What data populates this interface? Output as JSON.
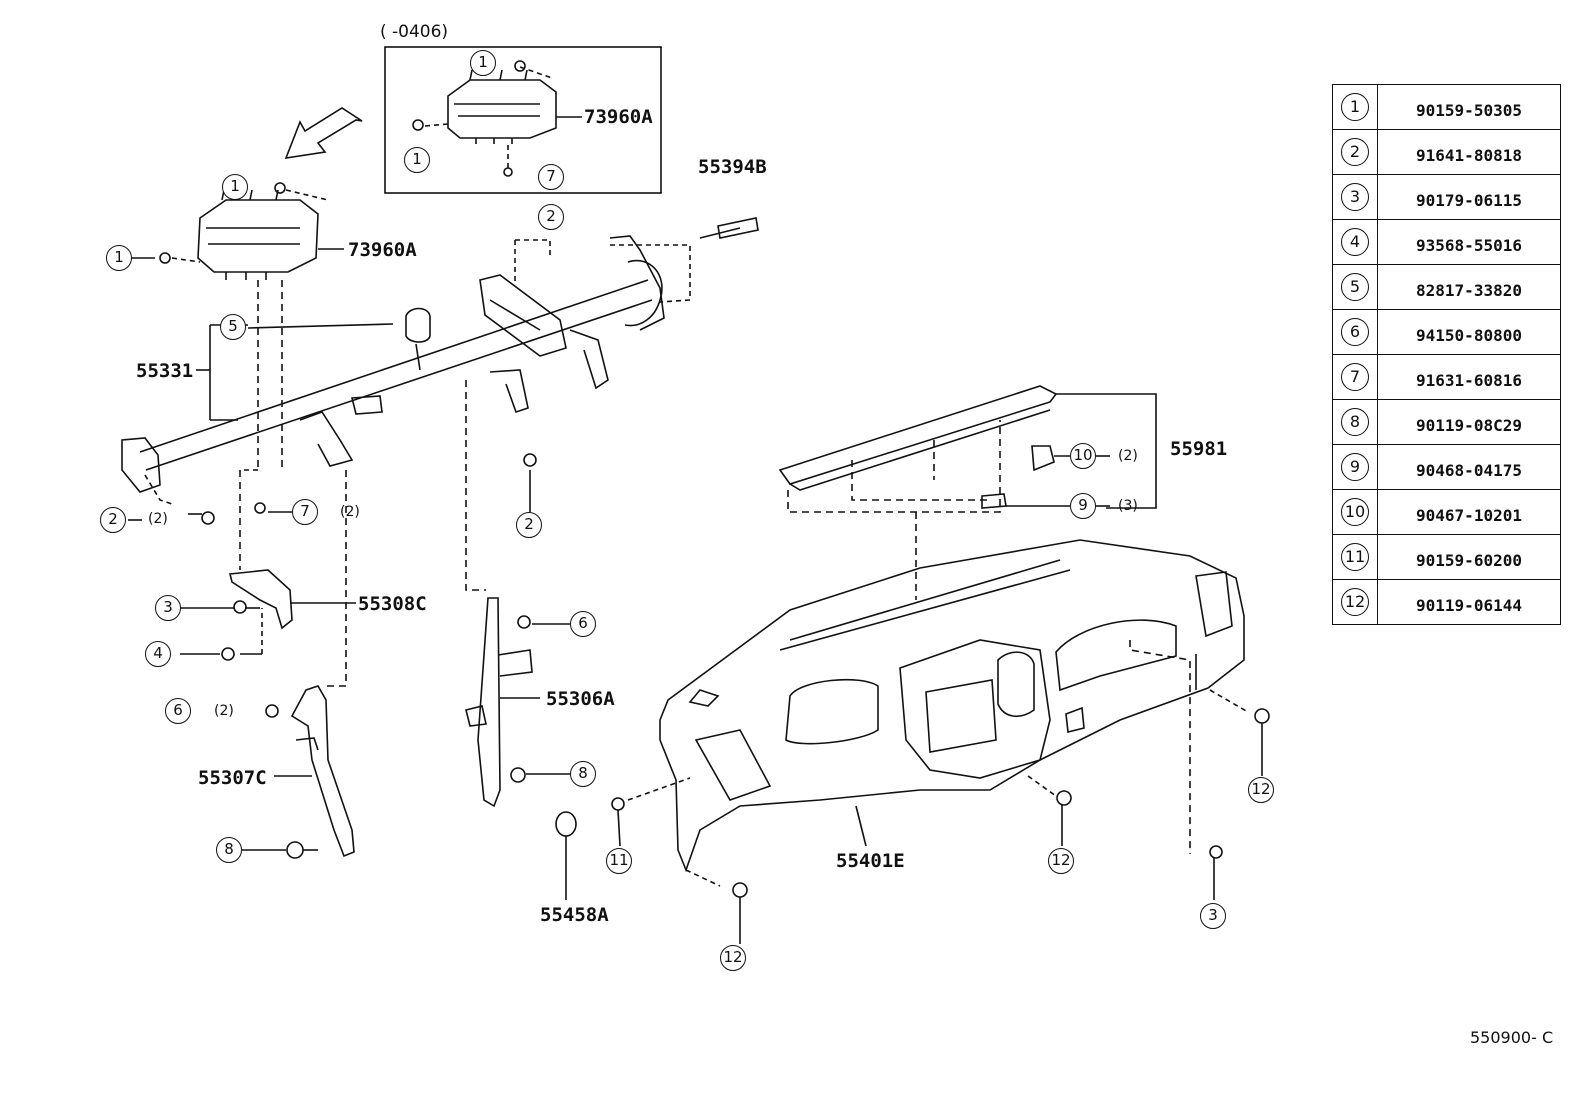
{
  "inset": {
    "date_note": "(        -0406)"
  },
  "part_labels": {
    "p73960a_inset": "73960A",
    "p73960a_main": "73960A",
    "p55394b": "55394B",
    "p55331": "55331",
    "p55308c": "55308C",
    "p55306a": "55306A",
    "p55307c": "55307C",
    "p55981": "55981",
    "p55401e": "55401E",
    "p55458a": "55458A"
  },
  "callouts": {
    "c1": "1",
    "c2": "2",
    "c3": "3",
    "c4": "4",
    "c5": "5",
    "c6": "6",
    "c7": "7",
    "c8": "8",
    "c9": "9",
    "c10": "10",
    "c11": "11",
    "c12": "12"
  },
  "quantities": {
    "q2": "(2)",
    "q3": "(3)"
  },
  "part_table": [
    {
      "key": "1",
      "part_number": "90159-50305"
    },
    {
      "key": "2",
      "part_number": "91641-80818"
    },
    {
      "key": "3",
      "part_number": "90179-06115"
    },
    {
      "key": "4",
      "part_number": "93568-55016"
    },
    {
      "key": "5",
      "part_number": "82817-33820"
    },
    {
      "key": "6",
      "part_number": "94150-80800"
    },
    {
      "key": "7",
      "part_number": "91631-60816"
    },
    {
      "key": "8",
      "part_number": "90119-08C29"
    },
    {
      "key": "9",
      "part_number": "90468-04175"
    },
    {
      "key": "10",
      "part_number": "90467-10201"
    },
    {
      "key": "11",
      "part_number": "90159-60200"
    },
    {
      "key": "12",
      "part_number": "90119-06144"
    }
  ],
  "footer_code": "550900- C"
}
